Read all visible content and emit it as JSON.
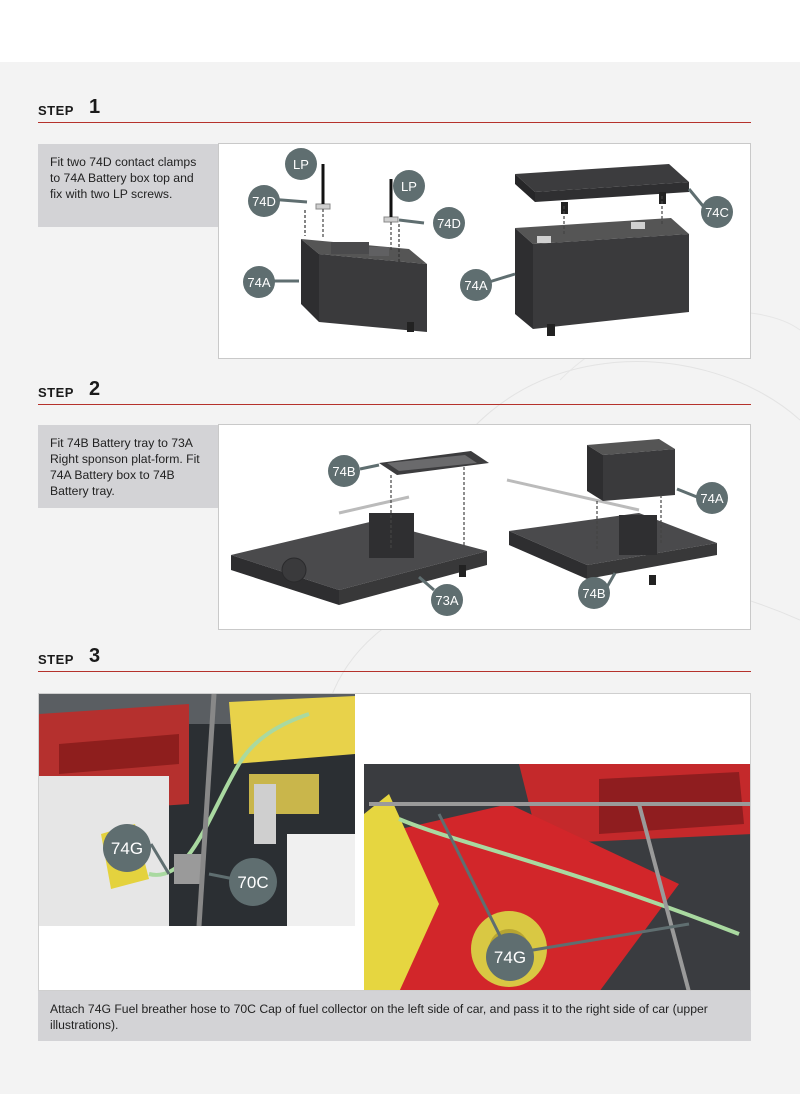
{
  "steps": [
    {
      "word": "STEP",
      "number": "1",
      "instruction": "Fit two 74D contact clamps to 74A Battery box top and fix with two LP screws.",
      "callouts": [
        "LP",
        "LP",
        "74D",
        "74D",
        "74A",
        "74A",
        "74C"
      ]
    },
    {
      "word": "STEP",
      "number": "2",
      "instruction": "Fit 74B Battery tray to 73A Right sponson plat-form. Fit 74A Battery box to 74B Battery tray.",
      "callouts": [
        "74B",
        "73A",
        "74A",
        "74B"
      ]
    },
    {
      "word": "STEP",
      "number": "3",
      "instruction": "Attach 74G Fuel breather hose to 70C Cap of fuel collector on the left side of car, and pass it to the right side of car (upper illustrations).",
      "callouts": [
        "74G",
        "70C",
        "74G"
      ]
    }
  ],
  "colors": {
    "accent_rule": "#b5312b",
    "callout_fill": "#5f6e70",
    "instruction_bg": "#d3d3d6",
    "part_dark": "#3a3a3c",
    "car_red": "#c8262b",
    "car_yellow": "#e9d84a",
    "hose_green": "#a9d9a0"
  }
}
